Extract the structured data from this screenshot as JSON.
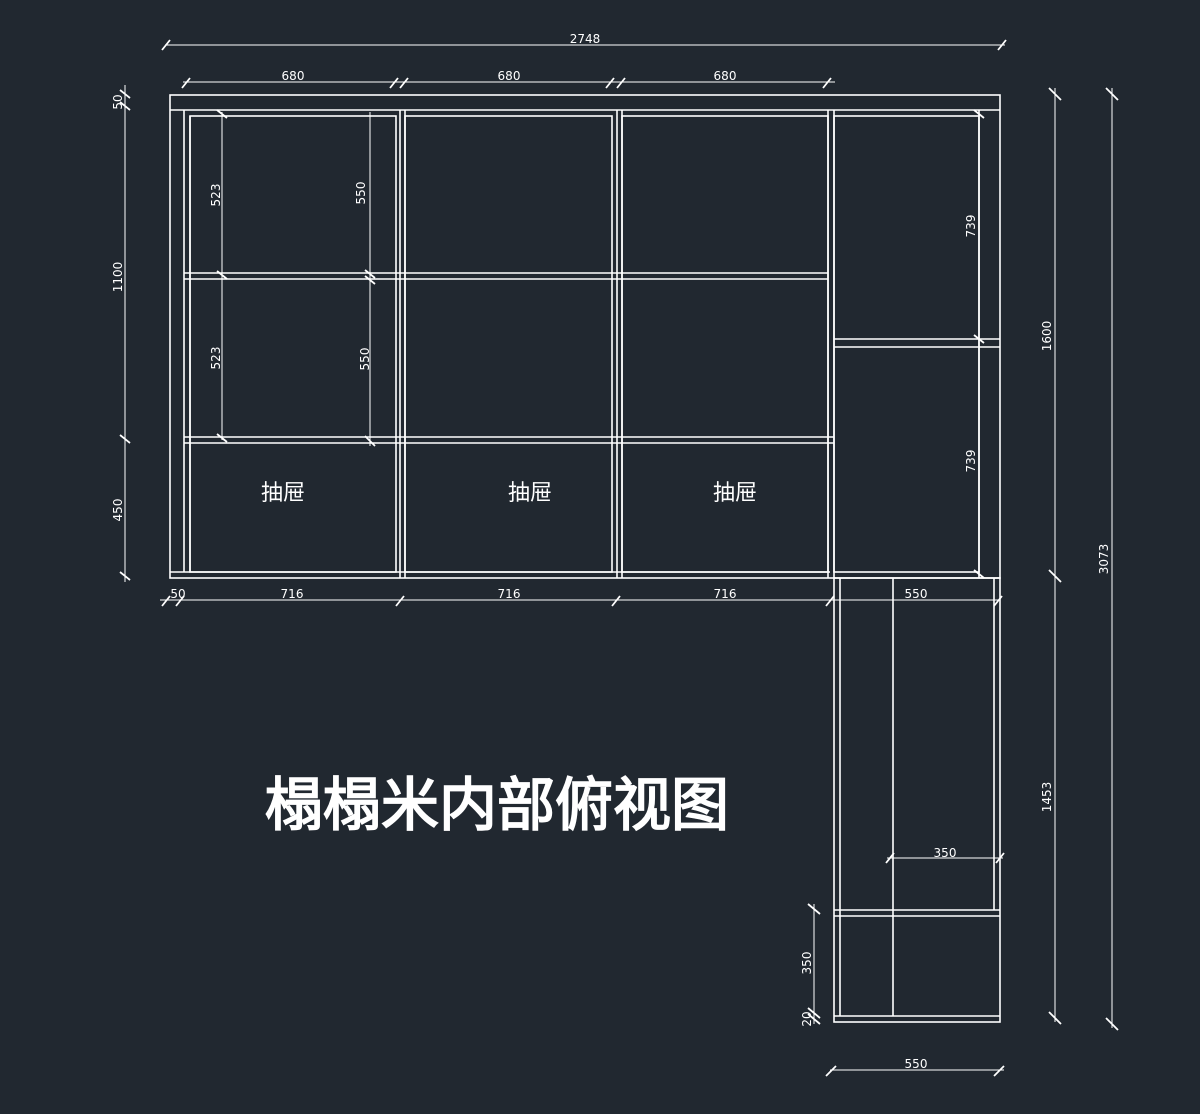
{
  "title": "榻榻米内部俯视图",
  "drawer_labels": [
    "抽屉",
    "抽屉",
    "抽屉"
  ],
  "dimensions": {
    "top_total": "2748",
    "top_segments": [
      "680",
      "680",
      "680"
    ],
    "bottom_segments": [
      "50",
      "716",
      "716",
      "716",
      "550"
    ],
    "left_side": [
      "50",
      "1100",
      "450"
    ],
    "inner_left": [
      "523",
      "523"
    ],
    "inner_mid": [
      "550",
      "550"
    ],
    "right_inner": [
      "739",
      "739"
    ],
    "right_outer": [
      "1600",
      "1453"
    ],
    "far_right_total": "3073",
    "lower_inner_width": "350",
    "lower_left": [
      "350",
      "20"
    ],
    "bottom_width": "550"
  },
  "colors": {
    "background": "#212830",
    "lines": "#ffffff"
  }
}
